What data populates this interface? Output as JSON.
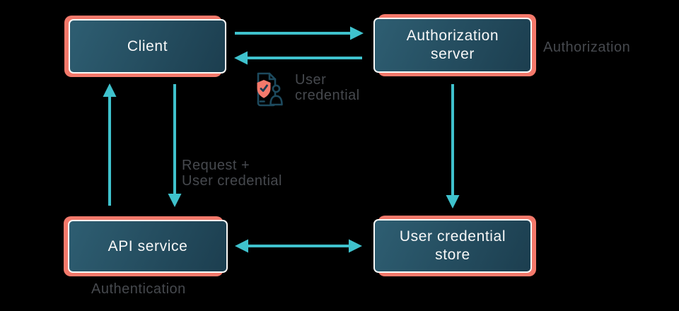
{
  "colors": {
    "bg": "#000000",
    "coral": "#f4796b",
    "box-light": "#2e5e72",
    "box-dark": "#1c3e4f",
    "box-border": "#fbfaf8",
    "box-text": "#f8f8f8",
    "arrow": "#3fc2cd",
    "label": "#46494e",
    "icon-stroke": "#1d4a5e",
    "icon-check": "#1d3b52"
  },
  "nodes": {
    "client": {
      "label": "Client"
    },
    "auth_server": {
      "label": "Authorization\nserver"
    },
    "api_service": {
      "label": "API service"
    },
    "credential_store": {
      "label": "User credential\nstore"
    }
  },
  "labels": {
    "authorization": "Authorization",
    "user_credential": "User\ncredential",
    "request": "Request +\nUser credential",
    "authentication": "Authentication"
  },
  "icons": {
    "user_credential": "document-shield-user-icon"
  },
  "edges": [
    {
      "from": "client",
      "to": "auth_server",
      "direction": "one-way"
    },
    {
      "from": "auth_server",
      "to": "client",
      "direction": "one-way",
      "label": "User credential"
    },
    {
      "from": "client",
      "to": "api_service",
      "direction": "one-way",
      "label": "Request + User credential"
    },
    {
      "from": "api_service",
      "to": "client",
      "direction": "one-way"
    },
    {
      "from": "auth_server",
      "to": "credential_store",
      "direction": "one-way"
    },
    {
      "from": "api_service",
      "to": "credential_store",
      "direction": "two-way"
    }
  ]
}
